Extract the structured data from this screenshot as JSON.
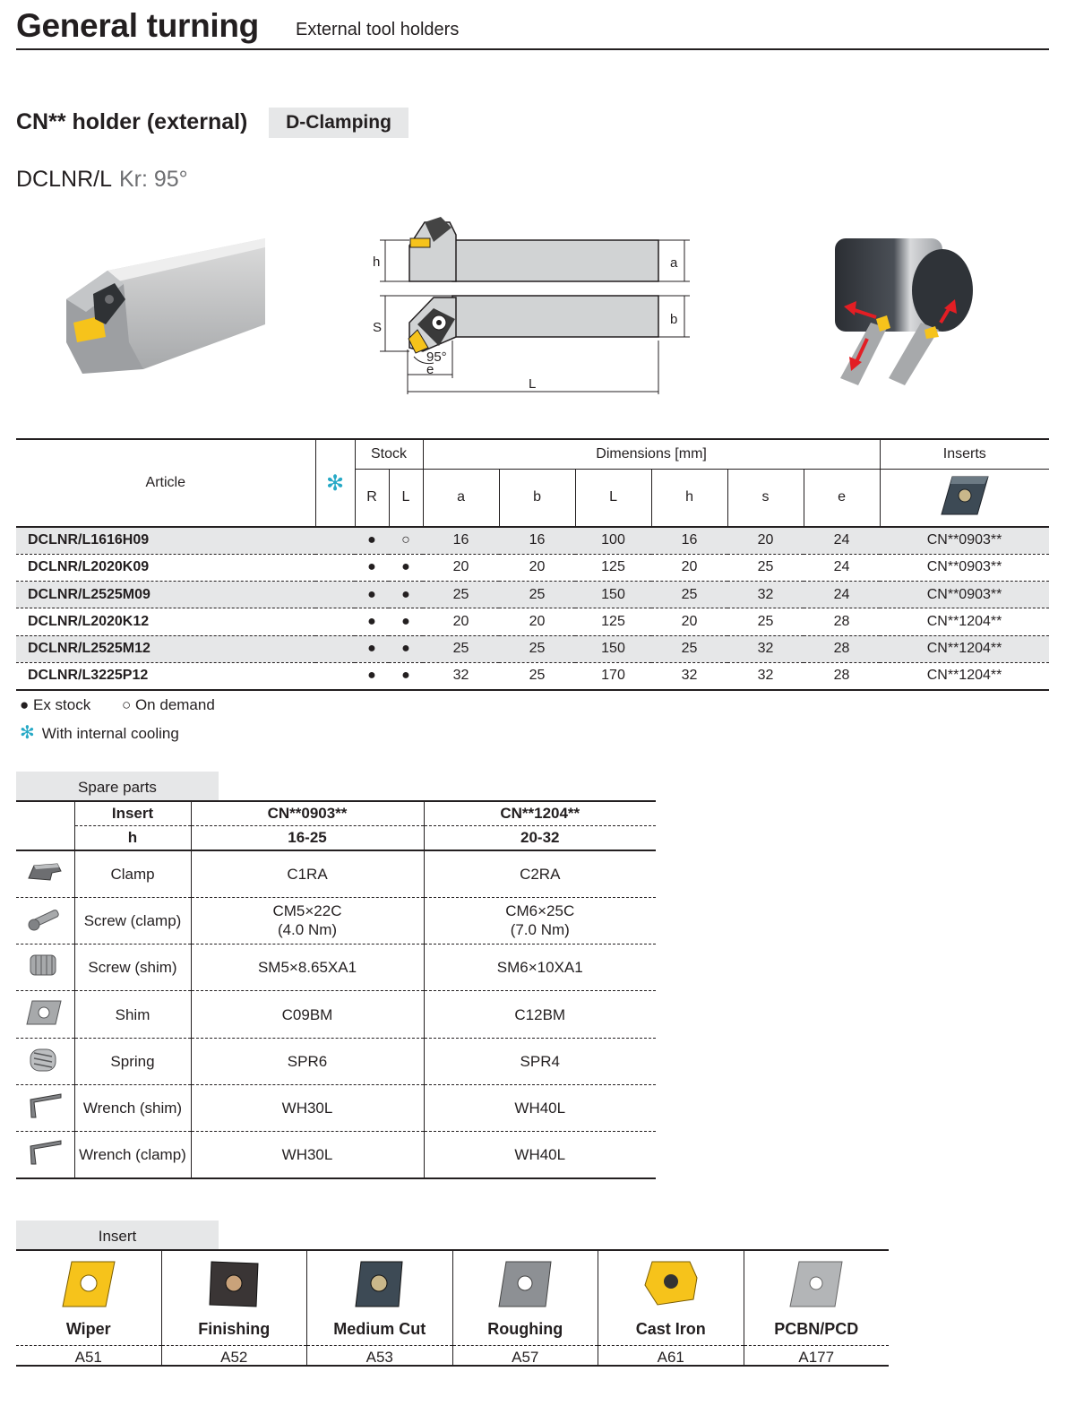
{
  "header": {
    "title": "General turning",
    "subtitle": "External tool holders"
  },
  "section": {
    "title": "CN** holder (external)",
    "clamping": "D-Clamping"
  },
  "model": {
    "name": "DCLNR/L",
    "kr": "Kr: 95°"
  },
  "diagram": {
    "h": "h",
    "a": "a",
    "s": "S",
    "b": "b",
    "angle": "95°",
    "e": "e",
    "L": "L"
  },
  "colors": {
    "accent_cyan": "#27a9c6",
    "shade": "#e6e7e8",
    "insert_yellow": "#f6c31b"
  },
  "main_table": {
    "article_header": "Article",
    "cooling_icon": "snowflake-icon",
    "stock_header": "Stock",
    "stock_r": "R",
    "stock_l": "L",
    "dimensions_header": "Dimensions [mm]",
    "inserts_header": "Inserts",
    "dim_cols": [
      "a",
      "b",
      "L",
      "h",
      "s",
      "e"
    ],
    "rows": [
      {
        "article": "DCLNR/L1616H09",
        "r": "●",
        "l": "○",
        "a": "16",
        "b": "16",
        "L": "100",
        "h": "16",
        "s": "20",
        "e": "24",
        "insert": "CN**0903**"
      },
      {
        "article": "DCLNR/L2020K09",
        "r": "●",
        "l": "●",
        "a": "20",
        "b": "20",
        "L": "125",
        "h": "20",
        "s": "25",
        "e": "24",
        "insert": "CN**0903**"
      },
      {
        "article": "DCLNR/L2525M09",
        "r": "●",
        "l": "●",
        "a": "25",
        "b": "25",
        "L": "150",
        "h": "25",
        "s": "32",
        "e": "24",
        "insert": "CN**0903**"
      },
      {
        "article": "DCLNR/L2020K12",
        "r": "●",
        "l": "●",
        "a": "20",
        "b": "20",
        "L": "125",
        "h": "20",
        "s": "25",
        "e": "28",
        "insert": "CN**1204**"
      },
      {
        "article": "DCLNR/L2525M12",
        "r": "●",
        "l": "●",
        "a": "25",
        "b": "25",
        "L": "150",
        "h": "25",
        "s": "32",
        "e": "28",
        "insert": "CN**1204**"
      },
      {
        "article": "DCLNR/L3225P12",
        "r": "●",
        "l": "●",
        "a": "32",
        "b": "25",
        "L": "170",
        "h": "32",
        "s": "32",
        "e": "28",
        "insert": "CN**1204**"
      }
    ]
  },
  "legend": {
    "ex_stock": "● Ex stock",
    "on_demand": "○ On demand",
    "cooling_symbol": "✻",
    "cooling": "With internal cooling"
  },
  "spare_parts": {
    "label": "Spare parts",
    "insert_label": "Insert",
    "h_label": "h",
    "col1_insert": "CN**0903**",
    "col1_h": "16-25",
    "col2_insert": "CN**1204**",
    "col2_h": "20-32",
    "rows": [
      {
        "icon": "clamp-icon",
        "name": "Clamp",
        "v1": "C1RA",
        "v1b": "",
        "v2": "C2RA",
        "v2b": ""
      },
      {
        "icon": "screw-clamp-icon",
        "name": "Screw (clamp)",
        "v1": "CM5×22C",
        "v1b": "(4.0 Nm)",
        "v2": "CM6×25C",
        "v2b": "(7.0 Nm)"
      },
      {
        "icon": "screw-shim-icon",
        "name": "Screw (shim)",
        "v1": "SM5×8.65XA1",
        "v1b": "",
        "v2": "SM6×10XA1",
        "v2b": ""
      },
      {
        "icon": "shim-icon",
        "name": "Shim",
        "v1": "C09BM",
        "v1b": "",
        "v2": "C12BM",
        "v2b": ""
      },
      {
        "icon": "spring-icon",
        "name": "Spring",
        "v1": "SPR6",
        "v1b": "",
        "v2": "SPR4",
        "v2b": ""
      },
      {
        "icon": "wrench-icon",
        "name": "Wrench (shim)",
        "v1": "WH30L",
        "v1b": "",
        "v2": "WH40L",
        "v2b": ""
      },
      {
        "icon": "wrench-icon",
        "name": "Wrench (clamp)",
        "v1": "WH30L",
        "v1b": "",
        "v2": "WH40L",
        "v2b": ""
      }
    ]
  },
  "inserts": {
    "label": "Insert",
    "items": [
      {
        "name": "Wiper",
        "code": "A51",
        "color": "#f6c31b"
      },
      {
        "name": "Finishing",
        "code": "A52",
        "color": "#3a3535"
      },
      {
        "name": "Medium Cut",
        "code": "A53",
        "color": "#3d4a55"
      },
      {
        "name": "Roughing",
        "code": "A57",
        "color": "#8d9094"
      },
      {
        "name": "Cast Iron",
        "code": "A61",
        "color": "#f6c31b"
      },
      {
        "name": "PCBN/PCD",
        "code": "A177",
        "color": "#b3b5b7"
      }
    ]
  }
}
